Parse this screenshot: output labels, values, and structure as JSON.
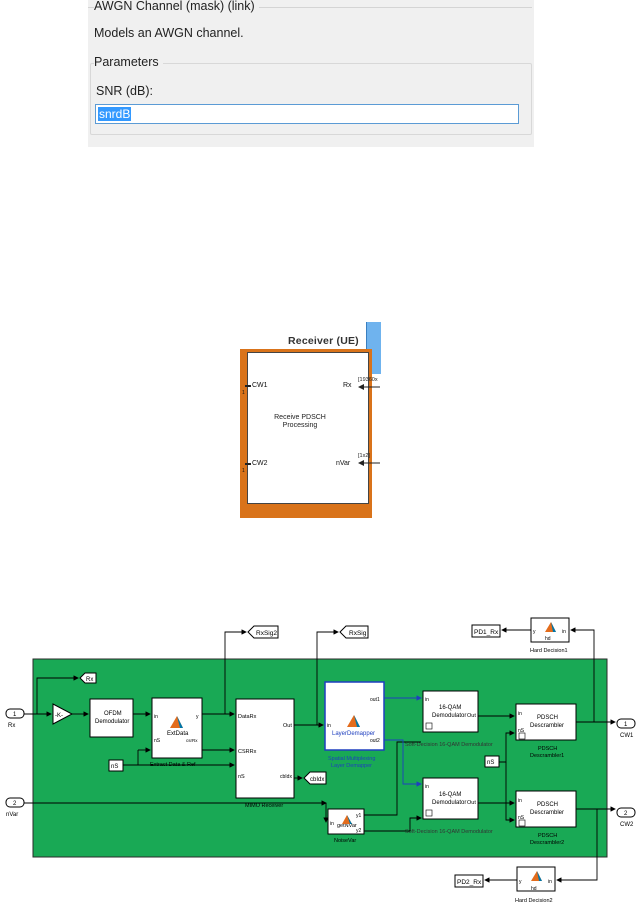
{
  "mask_dialog": {
    "title": "AWGN Channel (mask) (link)",
    "description": "Models an AWGN channel.",
    "parameters_label": "Parameters",
    "snr_label": "SNR (dB):",
    "snr_value": "snrdB"
  },
  "receiver": {
    "title": "Receiver (UE)",
    "port_cw1": "CW1",
    "port_cw2": "CW2",
    "port_rx": "Rx",
    "port_nvar": "nVar",
    "center_line1": "Receive PDSCH",
    "center_line2": "Processing",
    "dim_rx": "[19360x",
    "dim_nvar": "[1x2]",
    "left_port_1": "1",
    "left_port_2": "1"
  },
  "diagram": {
    "tags": {
      "rx": "Rx",
      "rxsig2": "RxSig2",
      "rxsig": "RxSig",
      "pd1": "PD1_Rx",
      "pd2": "PD2_Rx",
      "ns_left": "nS",
      "ns_mid": "nS",
      "cbidx_tag": "cbIdx"
    },
    "inports": [
      {
        "num": "1",
        "name": "Rx"
      },
      {
        "num": "2",
        "name": "nVar"
      }
    ],
    "outports": [
      {
        "num": "1",
        "name": "CW1"
      },
      {
        "num": "2",
        "name": "CW2"
      }
    ],
    "gain_label": "-K-",
    "ofdm": {
      "line1": "OFDM",
      "line2": "Demodulator"
    },
    "extract": {
      "fn": "ExtData",
      "in1": "in",
      "in2": "nS",
      "out1": "y",
      "out2": "csrRx",
      "caption": "Extract Data & Ref"
    },
    "mimo": {
      "in1": "DataRx",
      "in2": "CSRRx",
      "in3": "nS",
      "out1": "Out",
      "out2": "cbIdx",
      "caption": "MIMO Receiver"
    },
    "layer": {
      "fn": "LayerDemapper",
      "in": "in",
      "out1": "out1",
      "out2": "out2",
      "caption1": "Spatial Multiplexing",
      "caption2": "Layer Demapper"
    },
    "qam1": {
      "line1": "16-QAM",
      "line2": "Demodulator",
      "in": "in",
      "out": "Out",
      "caption": "Soft-Decision 16-QAM Demodulator"
    },
    "qam2": {
      "line1": "16-QAM",
      "line2": "Demodulator",
      "in": "in",
      "out": "Out",
      "caption": "Soft-Decision 16-QAM Demodulator"
    },
    "desc1": {
      "line1": "PDSCH",
      "line2": "Descrambler",
      "in": "in",
      "ns": "nS",
      "caption1": "PDSCH",
      "caption2": "Descrambler1"
    },
    "desc2": {
      "line1": "PDSCH",
      "line2": "Descrambler",
      "in": "in",
      "ns": "nS",
      "caption1": "PDSCH",
      "caption2": "Descrambler2"
    },
    "noisevar": {
      "fn": "getNVar",
      "in": "in",
      "out1": "y1",
      "out2": "y2",
      "caption": "NoiseVar"
    },
    "hd1": {
      "fn": "hd",
      "y": "y",
      "in": "in",
      "caption": "Hard Decision1"
    },
    "hd2": {
      "fn": "hd",
      "y": "y",
      "in": "in",
      "caption": "Hard Decision2"
    },
    "colors": {
      "subsystem_bg": "#19a955",
      "block_border": "#000000",
      "layer_border": "#1f3fbf"
    }
  }
}
